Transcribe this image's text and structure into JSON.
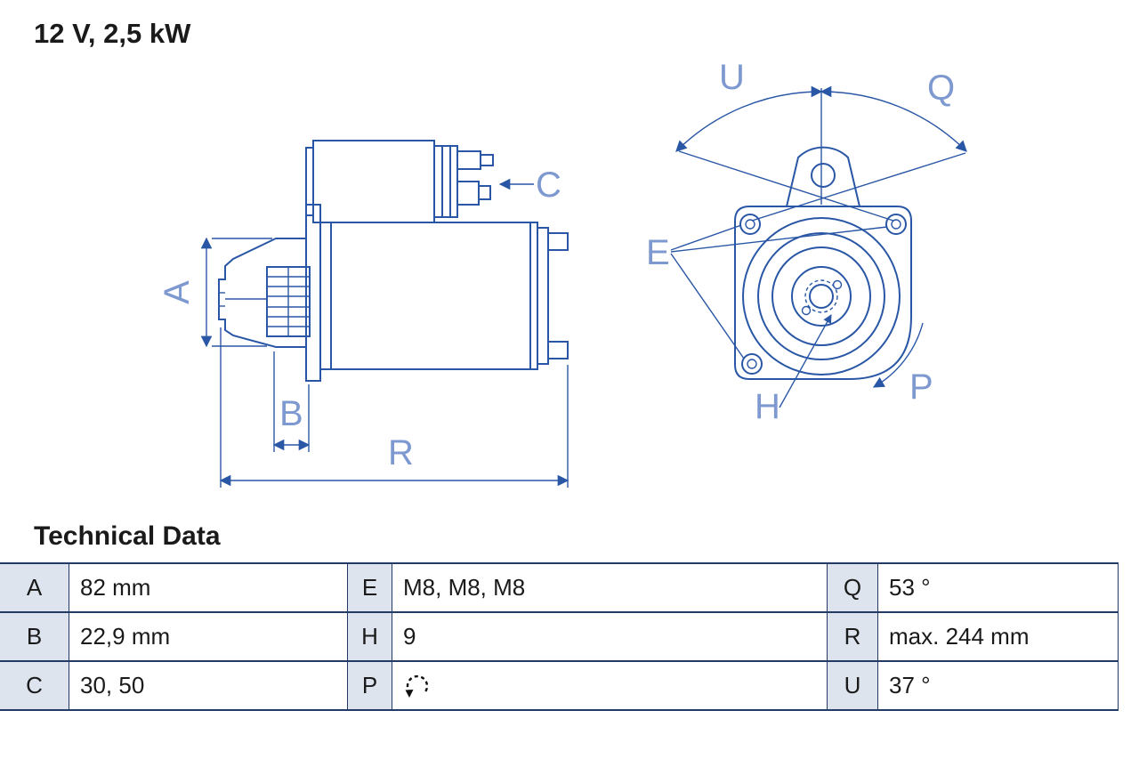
{
  "title": "12 V, 2,5 kW",
  "section": {
    "heading": "Technical Data"
  },
  "drawing": {
    "labels": {
      "a": "A",
      "b": "B",
      "c": "C",
      "r": "R",
      "e": "E",
      "h": "H",
      "p": "P",
      "q": "Q",
      "u": "U"
    }
  },
  "table": {
    "rows": [
      [
        "A",
        "82 mm",
        "E",
        "M8, M8, M8",
        "Q",
        "53 °"
      ],
      [
        "B",
        "22,9 mm",
        "H",
        "9",
        "R",
        "max. 244 mm"
      ],
      [
        "C",
        "30, 50",
        "P",
        "",
        "U",
        "37 °"
      ]
    ],
    "rotation_icon": "rotation-ccw-icon"
  },
  "colors": {
    "line": "#2a57a5",
    "label": "#7e99d0",
    "table_border": "#233a66",
    "key_cell_bg": "#dde4ee",
    "text": "#1a1a1a"
  }
}
